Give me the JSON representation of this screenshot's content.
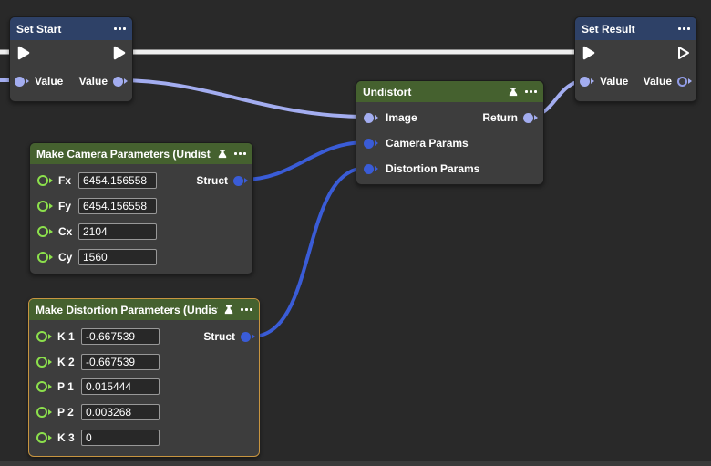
{
  "colors": {
    "background": "#292929",
    "node_body": "#3d3d3d",
    "header_blue": "#2e4167",
    "header_green": "#45612f",
    "selection_orange": "#c89540",
    "exec_wire_white": "#efefef",
    "value_wire_purple": "#a3adf0",
    "struct_wire_blue": "#3a5cd7",
    "pin_green": "#8ce04c"
  },
  "nodes": {
    "set_start": {
      "title": "Set Start",
      "input_label": "Value",
      "output_label": "Value"
    },
    "set_result": {
      "title": "Set Result",
      "input_label": "Value",
      "output_label": "Value"
    },
    "undistort": {
      "title": "Undistort",
      "inputs": [
        "Image",
        "Camera Params",
        "Distortion Params"
      ],
      "output": "Return"
    },
    "make_camera": {
      "title": "Make Camera Parameters (Undistort)",
      "output": "Struct",
      "params": [
        {
          "label": "Fx",
          "value": "6454.156558"
        },
        {
          "label": "Fy",
          "value": "6454.156558"
        },
        {
          "label": "Cx",
          "value": "2104"
        },
        {
          "label": "Cy",
          "value": "1560"
        }
      ]
    },
    "make_distortion": {
      "title": "Make Distortion Parameters (Undistort)",
      "output": "Struct",
      "params": [
        {
          "label": "K 1",
          "value": "-0.667539"
        },
        {
          "label": "K 2",
          "value": "-0.667539"
        },
        {
          "label": "P 1",
          "value": "0.015444"
        },
        {
          "label": "P 2",
          "value": "0.003268"
        },
        {
          "label": "K 3",
          "value": "0"
        }
      ]
    }
  }
}
